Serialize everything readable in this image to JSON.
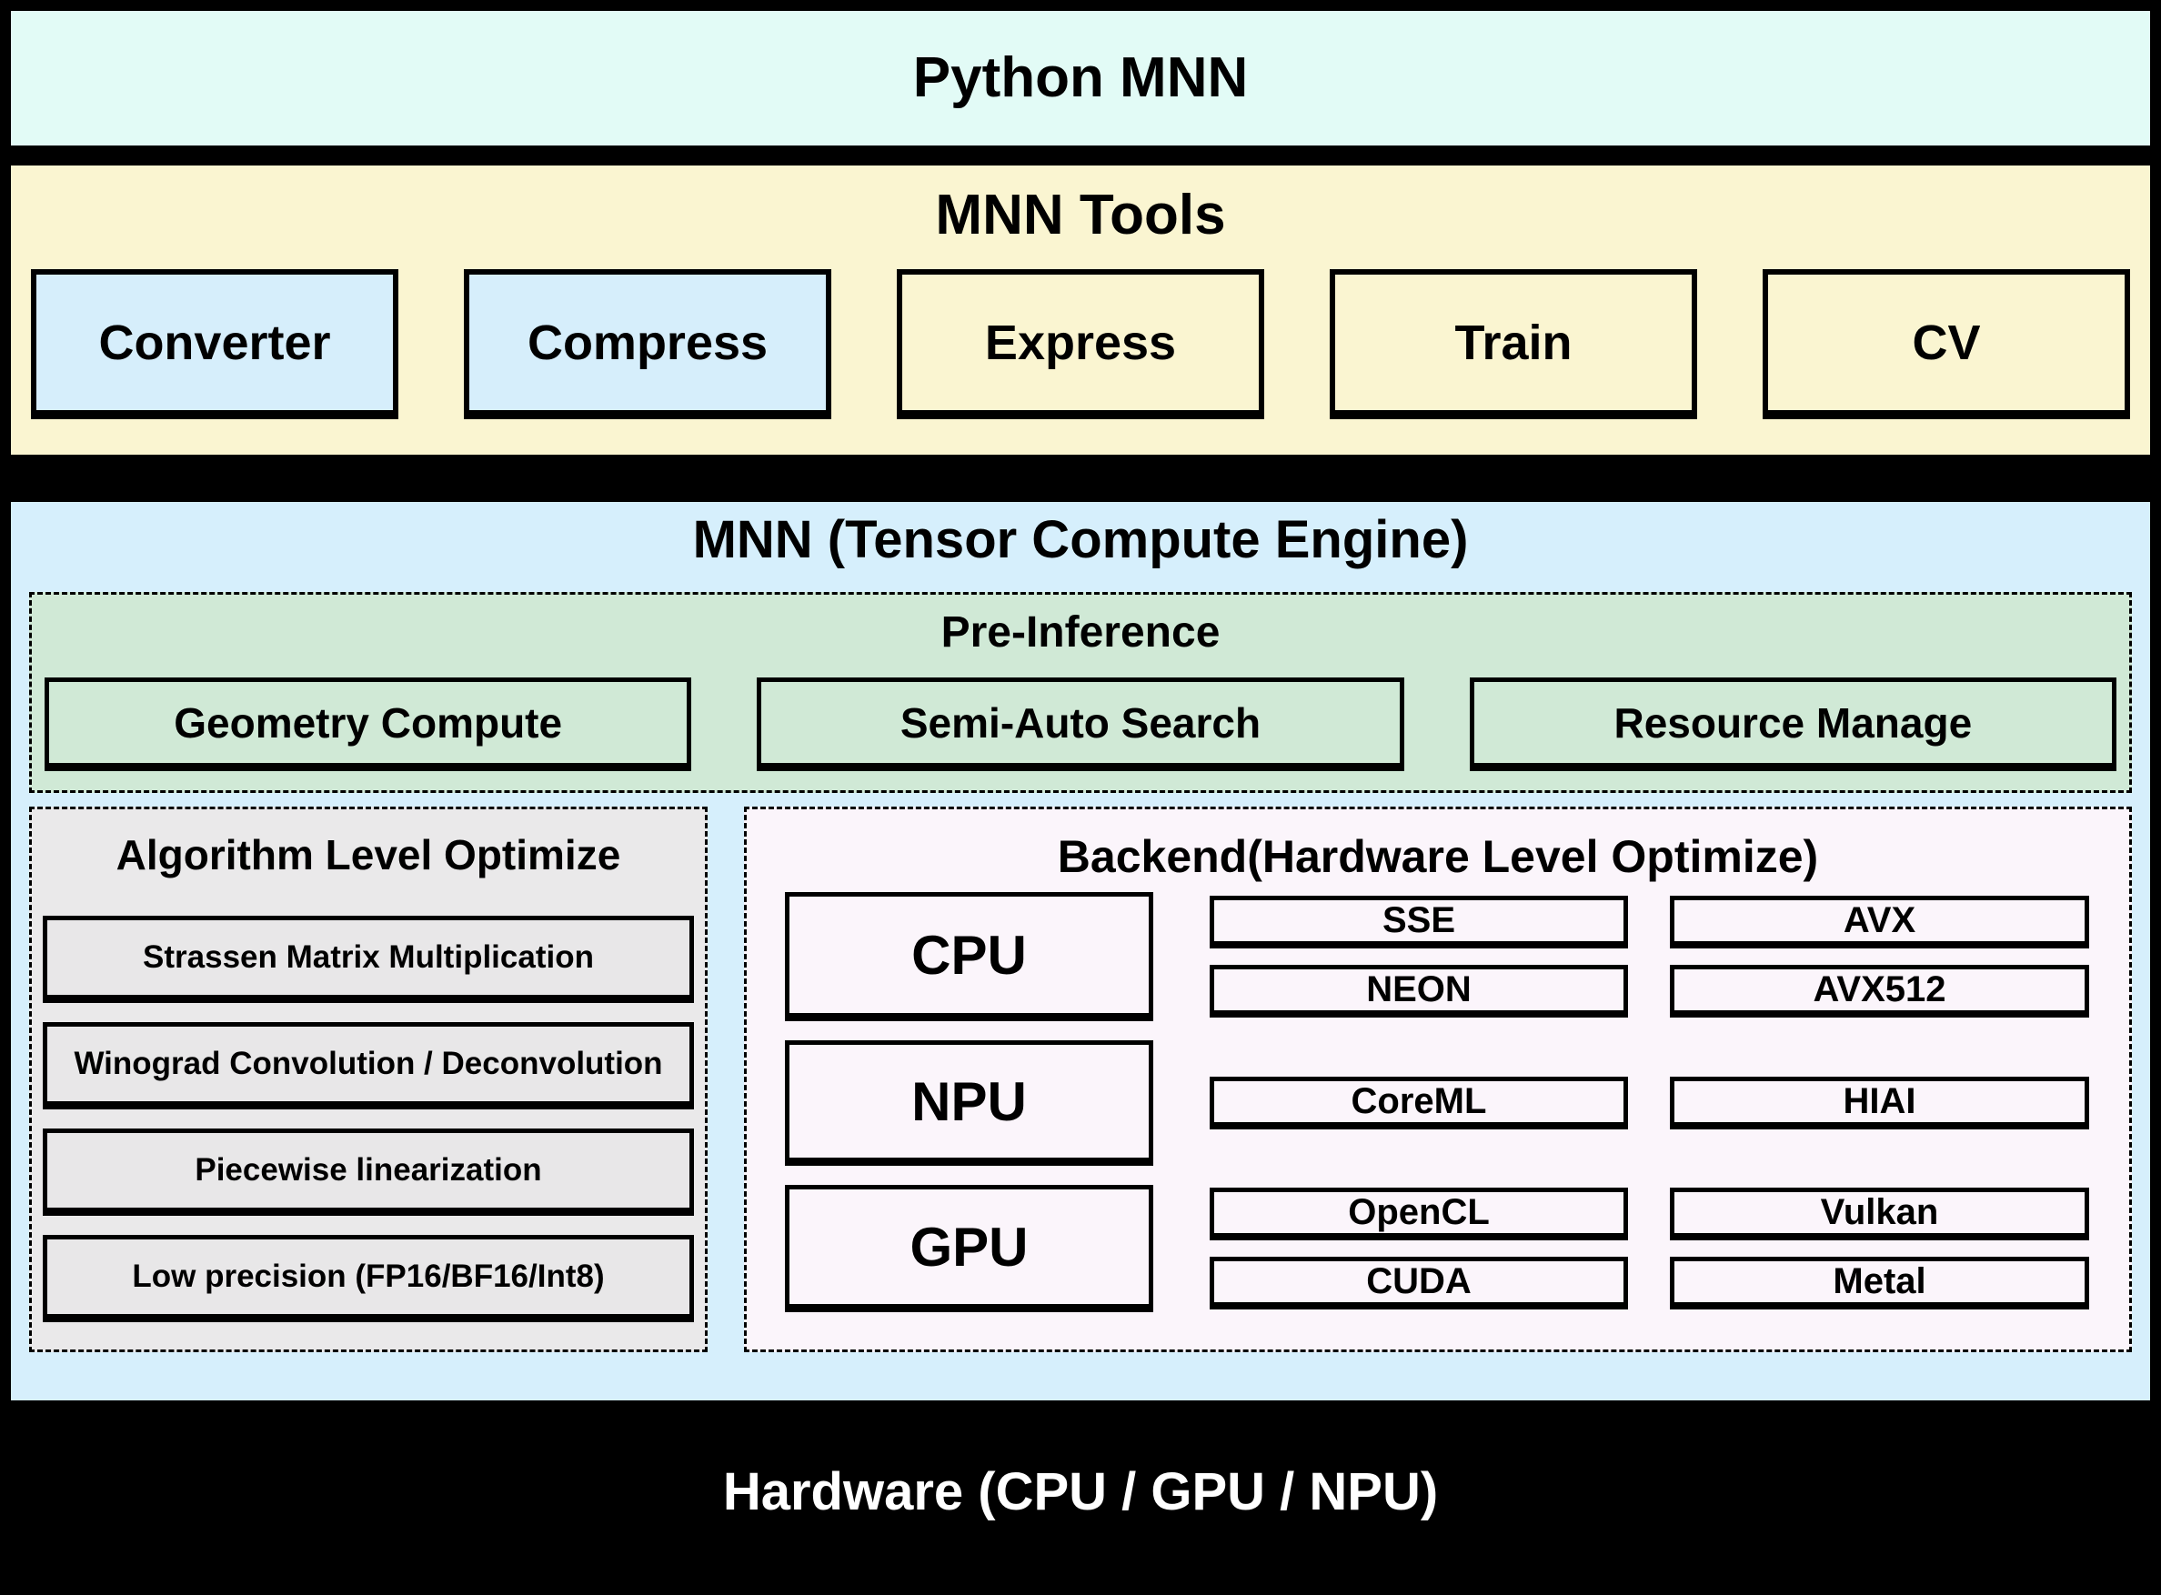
{
  "colors": {
    "background": "#000000",
    "python_band": "#e2fbf6",
    "tools_band": "#faf5d1",
    "tool_highlight": "#d6eefb",
    "engine_band": "#d6effc",
    "pre_inference_panel": "#d0e9d6",
    "algorithm_panel": "#eae9ea",
    "backend_panel": "#fbf5fb",
    "border": "#000000",
    "hardware_text": "#ffffff"
  },
  "top_band": {
    "title": "Python MNN"
  },
  "tools_band": {
    "title": "MNN Tools",
    "items": [
      {
        "label": "Converter",
        "highlighted": true
      },
      {
        "label": "Compress",
        "highlighted": true
      },
      {
        "label": "Express",
        "highlighted": false
      },
      {
        "label": "Train",
        "highlighted": false
      },
      {
        "label": "CV",
        "highlighted": false
      }
    ]
  },
  "engine_band": {
    "title": "MNN (Tensor Compute Engine)",
    "pre_inference": {
      "title": "Pre-Inference",
      "items": [
        {
          "label": "Geometry Compute"
        },
        {
          "label": "Semi-Auto Search"
        },
        {
          "label": "Resource Manage"
        }
      ]
    },
    "algorithm": {
      "title": "Algorithm Level Optimize",
      "items": [
        {
          "label": "Strassen Matrix Multiplication"
        },
        {
          "label": "Winograd Convolution / Deconvolution"
        },
        {
          "label": "Piecewise linearization"
        },
        {
          "label": "Low precision (FP16/BF16/Int8)"
        }
      ]
    },
    "backend": {
      "title": "Backend(Hardware Level Optimize)",
      "rows": [
        {
          "processor": "CPU",
          "left": [
            "SSE",
            "NEON"
          ],
          "right": [
            "AVX",
            "AVX512"
          ]
        },
        {
          "processor": "NPU",
          "left": [
            "CoreML"
          ],
          "right": [
            "HIAI"
          ]
        },
        {
          "processor": "GPU",
          "left": [
            "OpenCL",
            "CUDA"
          ],
          "right": [
            "Vulkan",
            "Metal"
          ]
        }
      ]
    }
  },
  "hardware_band": {
    "title": "Hardware (CPU / GPU / NPU)"
  }
}
